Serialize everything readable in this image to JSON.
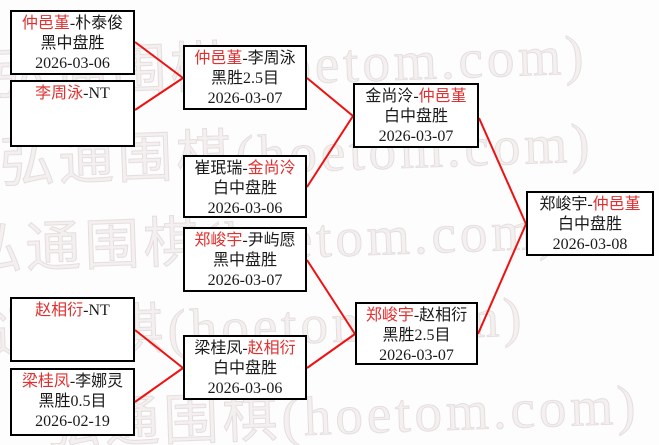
{
  "watermark": {
    "text": "弘通围棋(hoetom.com)"
  },
  "colors": {
    "connector_red": "#ee1111",
    "winner_name_red": "#e03030",
    "box_border": "#000000",
    "watermark_gray": "#e6dede"
  },
  "matches": [
    {
      "pre": "",
      "win": "仲邑堇",
      "post": "-朴泰俊",
      "result": "黑中盘胜",
      "date": "2026-03-06"
    },
    {
      "pre": "",
      "win": "李周泳",
      "post": "-NT",
      "result": "",
      "date": ""
    },
    {
      "pre": "",
      "win": "仲邑堇",
      "post": "-李周泳",
      "result": "黑胜2.5目",
      "date": "2026-03-07"
    },
    {
      "pre": "崔珉瑞-",
      "win": "金尚泠",
      "post": "",
      "result": "白中盘胜",
      "date": "2026-03-06"
    },
    {
      "pre": "",
      "win": "郑峻宇",
      "post": "-尹屿愿",
      "result": "黑中盘胜",
      "date": "2026-03-07"
    },
    {
      "pre": "梁桂凤-",
      "win": "赵相衍",
      "post": "",
      "result": "白中盘胜",
      "date": "2026-03-06"
    },
    {
      "pre": "",
      "win": "赵相衍",
      "post": "-NT",
      "result": "",
      "date": ""
    },
    {
      "pre": "",
      "win": "梁桂凤",
      "post": "-李娜灵",
      "result": "黑胜0.5目",
      "date": "2026-02-19"
    },
    {
      "pre": "金尚泠-",
      "win": "仲邑堇",
      "post": "",
      "result": "白中盘胜",
      "date": "2026-03-07"
    },
    {
      "pre": "",
      "win": "郑峻宇",
      "post": "-赵相衍",
      "result": "黑胜2.5目",
      "date": "2026-03-07"
    },
    {
      "pre": "郑峻宇-",
      "win": "仲邑堇",
      "post": "",
      "result": "白中盘胜",
      "date": "2026-03-08"
    }
  ]
}
